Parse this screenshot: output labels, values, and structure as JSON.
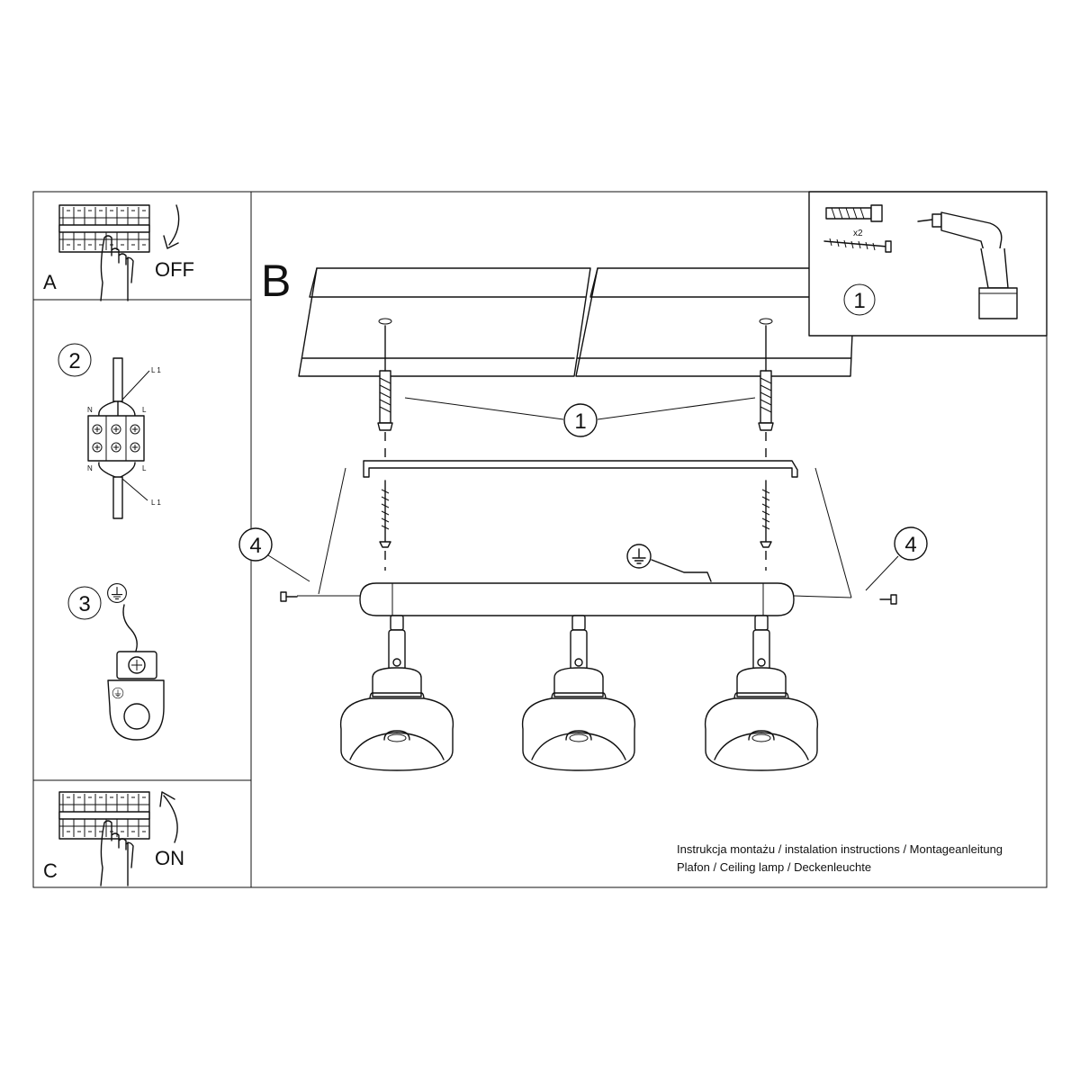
{
  "panels": {
    "a": {
      "letter": "A",
      "action": "OFF"
    },
    "b": {
      "letter": "B"
    },
    "c": {
      "letter": "C",
      "action": "ON"
    }
  },
  "steps": {
    "one": "1",
    "two": "2",
    "three": "3",
    "four": "4"
  },
  "wiring": {
    "n": "N",
    "l": "L",
    "l1": "L 1"
  },
  "kit": {
    "quantity": "x2",
    "step": "1"
  },
  "caption": {
    "line1": "Instrukcja montażu / instalation instructions / Montageanleitung",
    "line2": "Plafon / Ceiling lamp / Deckenleuchte"
  }
}
